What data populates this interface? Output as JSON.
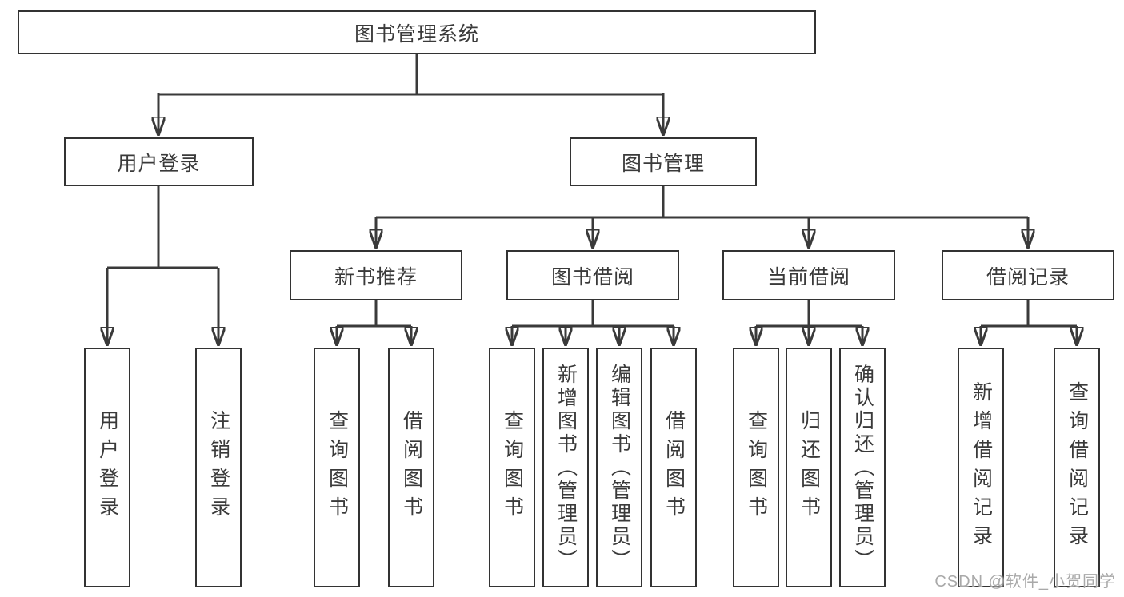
{
  "tree": {
    "root": "图书管理系统",
    "user_login": {
      "label": "用户登录",
      "children": [
        "用户登录",
        "注销登录"
      ]
    },
    "book_mgmt": {
      "label": "图书管理",
      "groups": [
        {
          "label": "新书推荐",
          "children": [
            "查询图书",
            "借阅图书"
          ]
        },
        {
          "label": "图书借阅",
          "children": [
            "查询图书",
            "新增图书（管理员）",
            "编辑图书（管理员）",
            "借阅图书"
          ]
        },
        {
          "label": "当前借阅",
          "children": [
            "查询图书",
            "归还图书",
            "确认归还（管理员）"
          ]
        },
        {
          "label": "借阅记录",
          "children": [
            "新增借阅记录",
            "查询借阅记录"
          ]
        }
      ]
    }
  },
  "watermark": "CSDN @软件_小贺同学",
  "colors": {
    "line": "#3a3a3a",
    "box_border": "#333333",
    "text": "#3a3a3a",
    "watermark": "#a9a9a9",
    "background": "#ffffff"
  }
}
